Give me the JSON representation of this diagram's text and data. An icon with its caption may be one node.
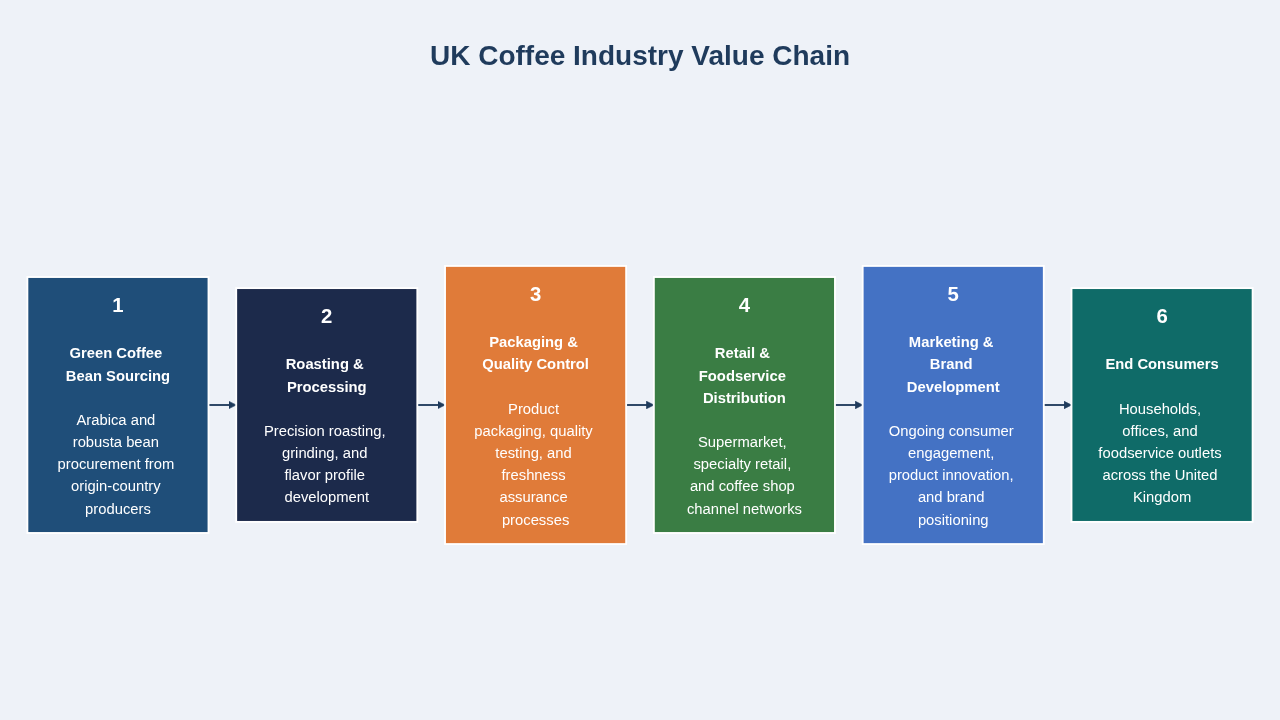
{
  "diagram": {
    "title": "UK Coffee Industry Value Chain",
    "nodes": [
      {
        "text": [
          "1",
          "Green Coffee Bean Sourcing",
          "Arabica and robusta bean procurement from origin-country producers"
        ]
      },
      {
        "text": [
          "2",
          "Roasting & Processing",
          "Precision roasting, grinding, and flavor profile development"
        ]
      },
      {
        "text": [
          "3",
          "Packaging & Quality Control",
          "Product packaging, quality testing, and freshness assurance processes"
        ]
      },
      {
        "text": [
          "4",
          "Retail & Foodservice Distribution",
          "Supermarket, specialty retail, and coffee shop channel networks"
        ]
      },
      {
        "text": [
          "5",
          "Marketing & Brand Development",
          "Ongoing consumer engagement, product innovation, and brand positioning"
        ]
      },
      {
        "text": [
          "6",
          "End Consumers",
          "Households, offices, and foodservice outlets across the United Kingdom"
        ]
      }
    ],
    "edges": [
      {
        "from": 0,
        "to": 1,
        "arrow": "to"
      },
      {
        "from": 1,
        "to": 2,
        "arrow": "to"
      },
      {
        "from": 2,
        "to": 3,
        "arrow": "to"
      },
      {
        "from": 3,
        "to": 4,
        "arrow": "to"
      },
      {
        "from": 4,
        "to": 5,
        "arrow": "to"
      }
    ]
  }
}
